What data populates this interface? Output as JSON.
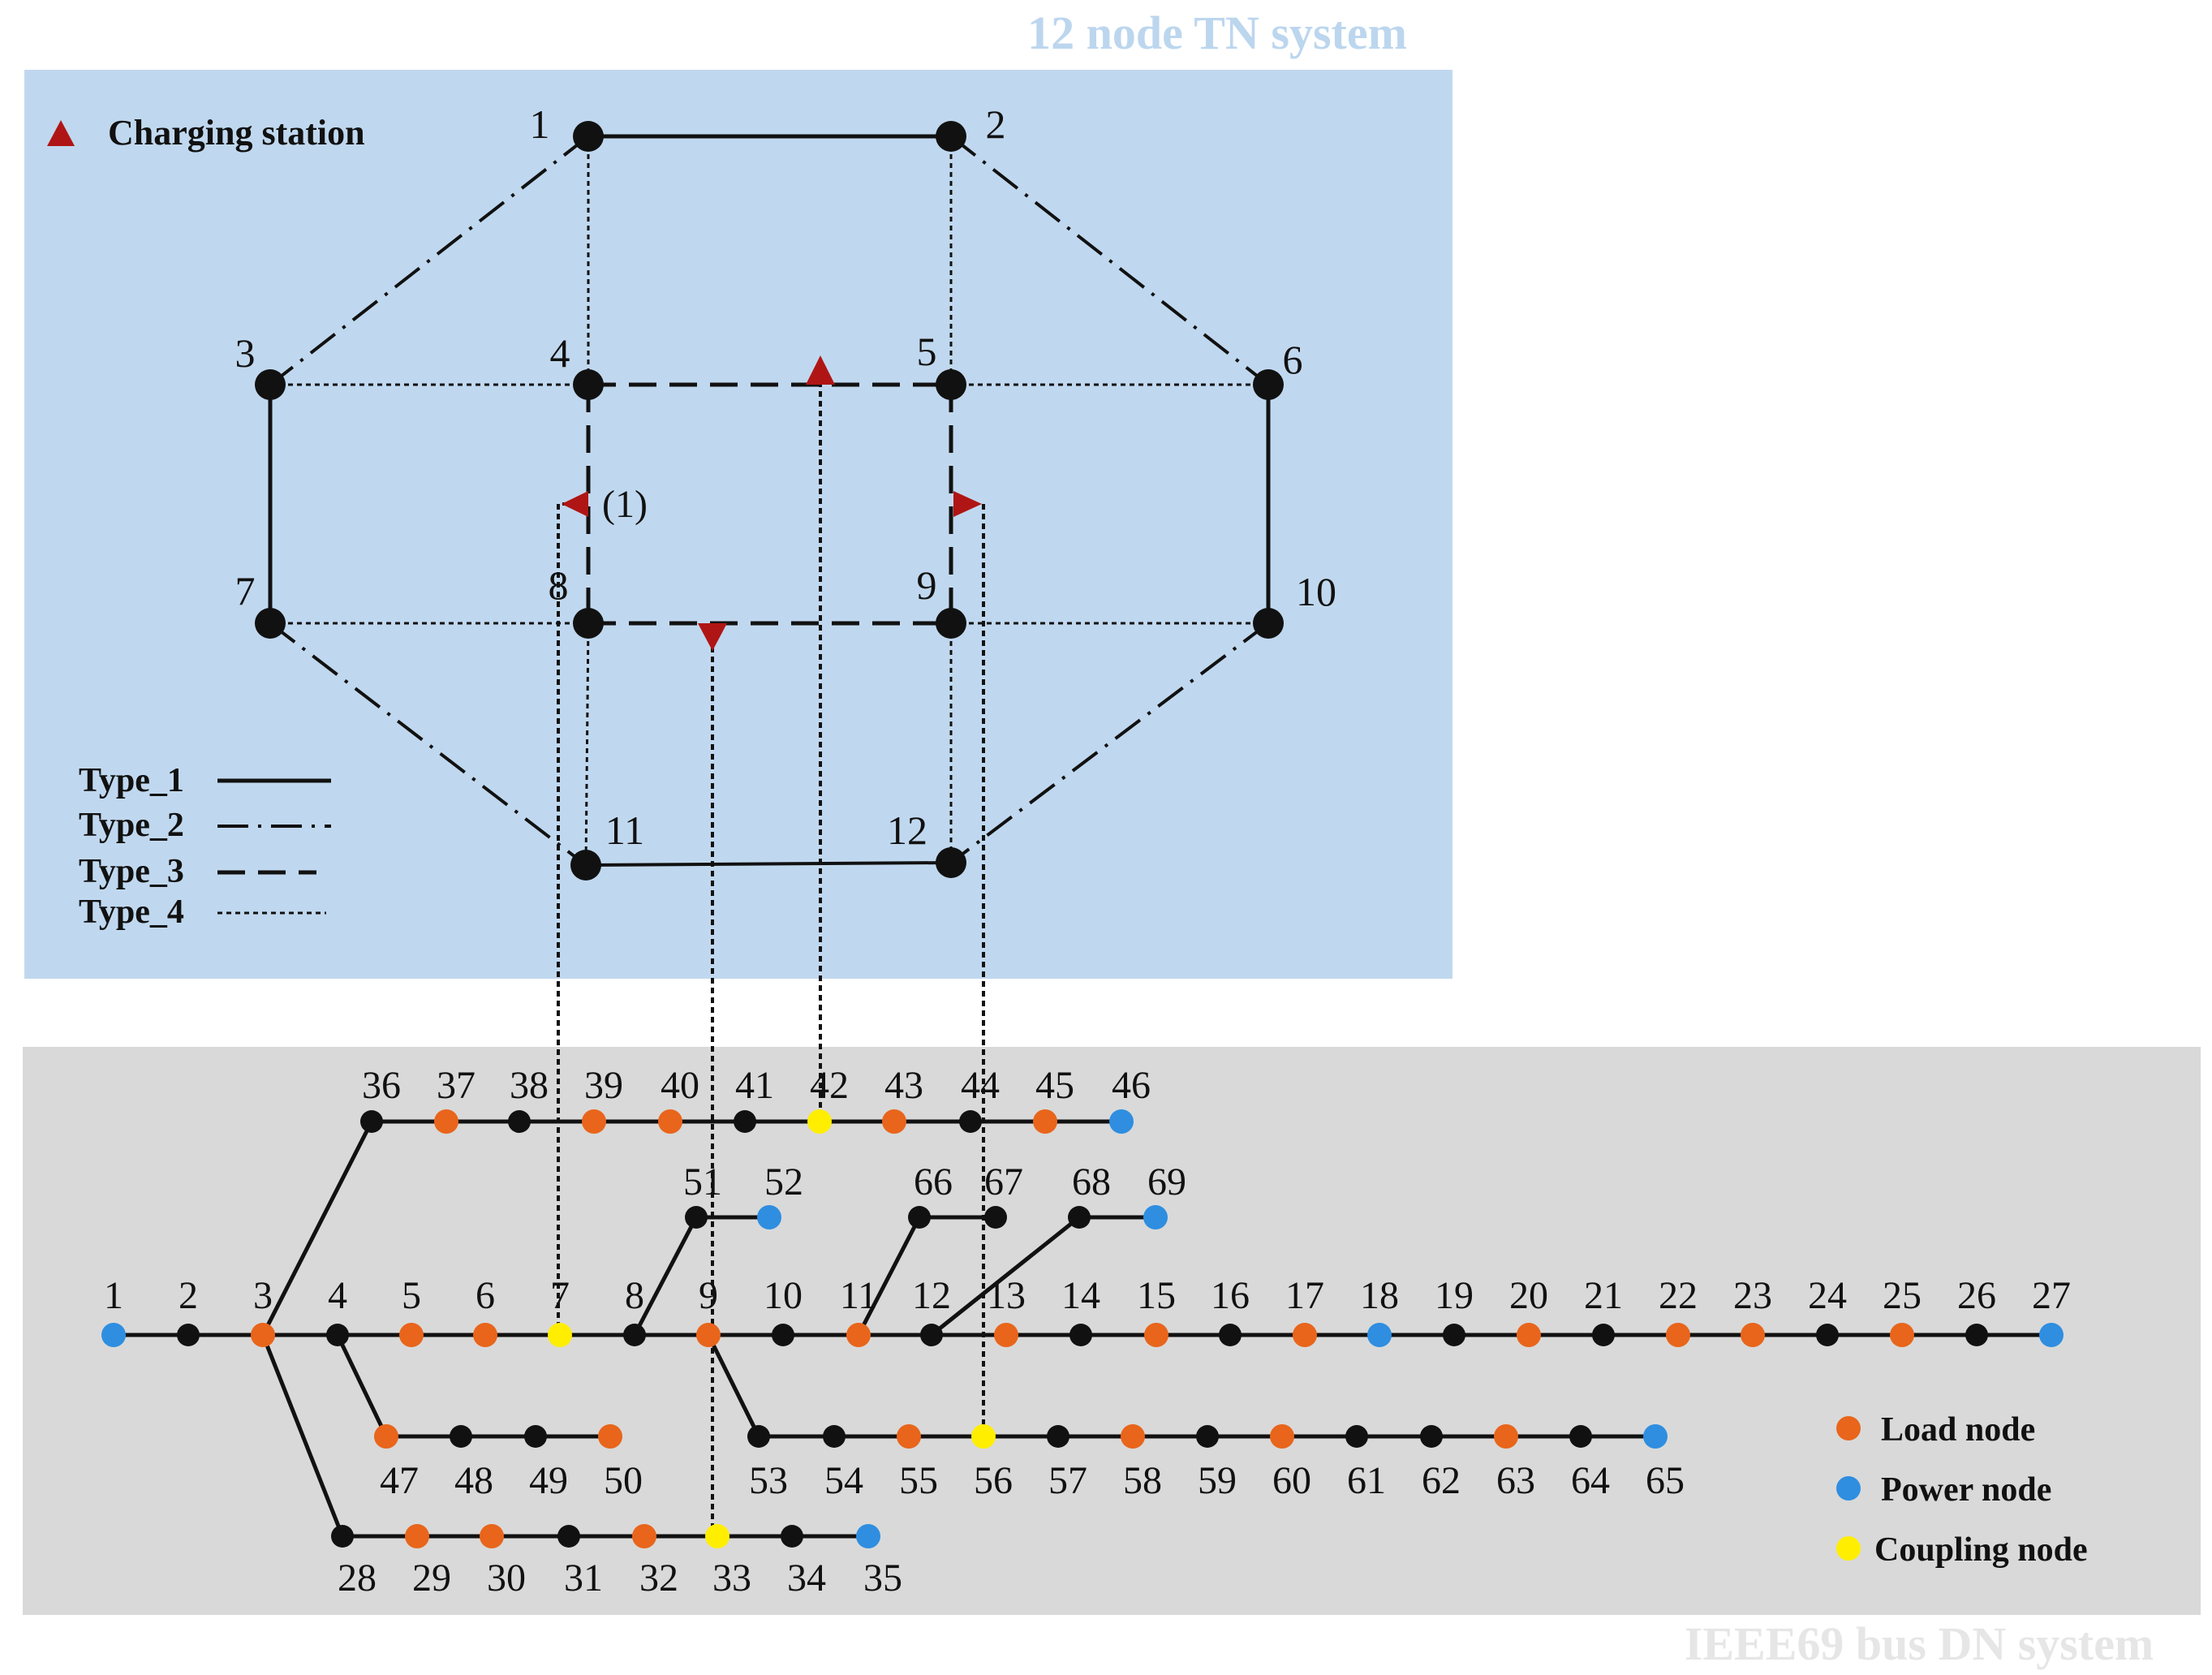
{
  "tn": {
    "title": "12 node TN system",
    "legend_station": "Charging station",
    "legend_types": [
      "Type_1",
      "Type_2",
      "Type_3",
      "Type_4"
    ],
    "station_label": "(1)",
    "nodes": [
      "1",
      "2",
      "3",
      "4",
      "5",
      "6",
      "7",
      "8",
      "9",
      "10",
      "11",
      "12"
    ]
  },
  "dn": {
    "title": "IEEE69 bus DN system",
    "legend": {
      "load": "Load node",
      "power": "Power node",
      "coupling": "Coupling node"
    },
    "colors": {
      "load": "#e8651b",
      "power": "#2f8ee0",
      "coupling": "#ffee00",
      "plain": "#111111"
    }
  },
  "colors": {
    "tn_background": "#c0d8ef",
    "dn_background": "#d9d9d9",
    "station": "#b01515",
    "tn_title": "#bcd6ee",
    "dn_title": "#e6e6e6"
  }
}
